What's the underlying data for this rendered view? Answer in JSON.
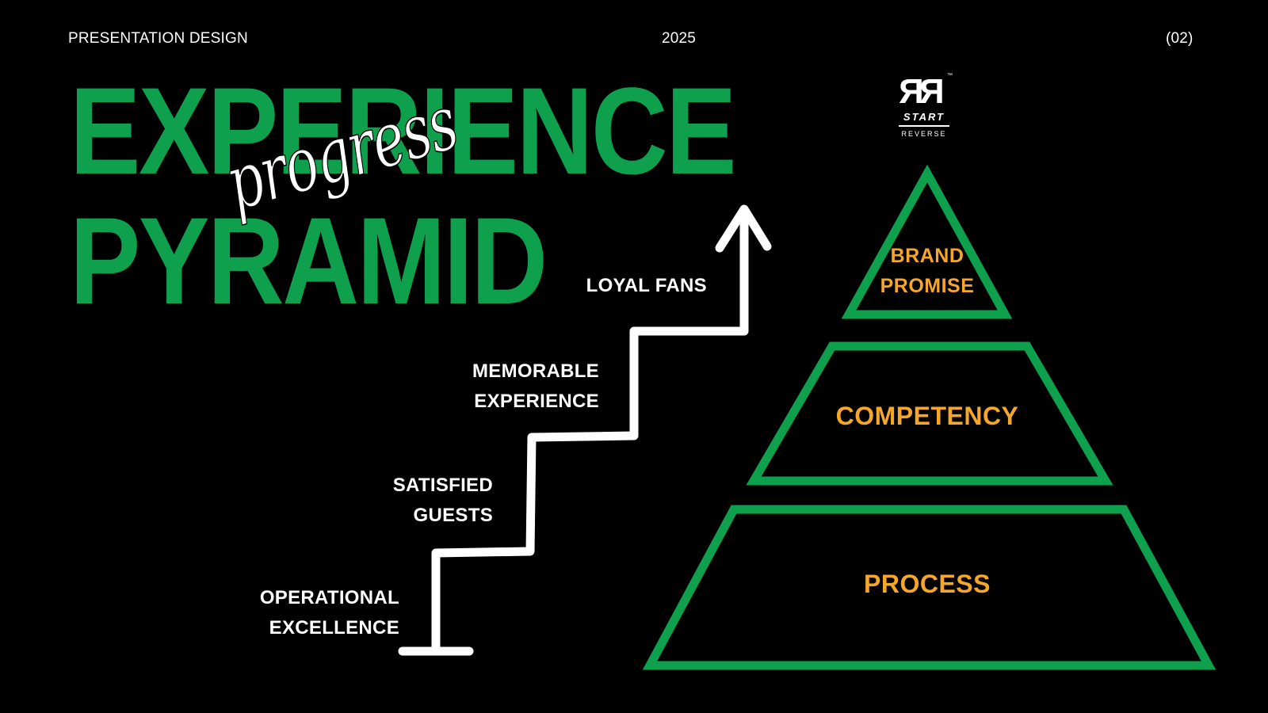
{
  "header": {
    "left": "PRESENTATION DESIGN",
    "center": "2025",
    "right": "(02)"
  },
  "title": {
    "line1": "EXPERIENCE",
    "line2": "PYRAMID",
    "script": "progress"
  },
  "logo": {
    "mark": "RR",
    "tm": "™",
    "word": "START",
    "sub": "REVERSE"
  },
  "steps": [
    {
      "lines": [
        "OPERATIONAL",
        "EXCELLENCE"
      ]
    },
    {
      "lines": [
        "SATISFIED",
        "GUESTS"
      ]
    },
    {
      "lines": [
        "MEMORABLE",
        "EXPERIENCE"
      ]
    },
    {
      "lines": [
        "LOYAL FANS"
      ]
    }
  ],
  "pyramid": [
    {
      "lines": [
        "BRAND",
        "PROMISE"
      ]
    },
    {
      "lines": [
        "COMPETENCY"
      ]
    },
    {
      "lines": [
        "PROCESS"
      ]
    }
  ],
  "colors": {
    "background": "#000000",
    "title_green": "#0ea04c",
    "pyramid_outline": "#0ea04c",
    "pyramid_text": "#f4a72a",
    "text": "#ffffff"
  },
  "icons": {
    "stairs": "staircase-arrow-icon"
  }
}
